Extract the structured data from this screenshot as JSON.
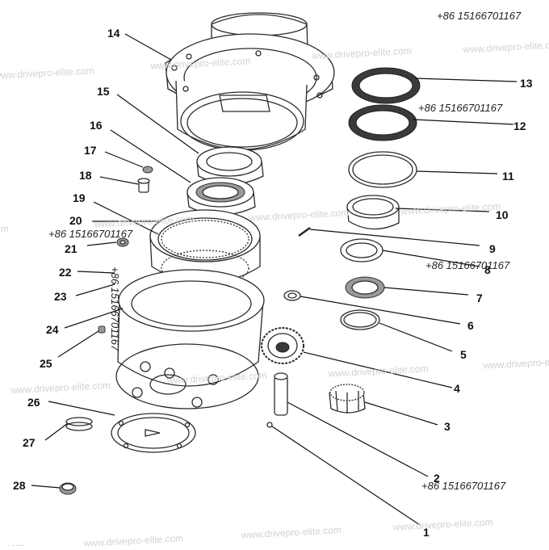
{
  "watermark": "www.drivepro-elite.com",
  "phone": "+86 15166701167",
  "labels": [
    "1",
    "2",
    "3",
    "4",
    "5",
    "6",
    "7",
    "8",
    "9",
    "10",
    "11",
    "12",
    "13",
    "14",
    "15",
    "16",
    "17",
    "18",
    "19",
    "20",
    "21",
    "22",
    "23",
    "24",
    "25",
    "26",
    "27",
    "28"
  ]
}
